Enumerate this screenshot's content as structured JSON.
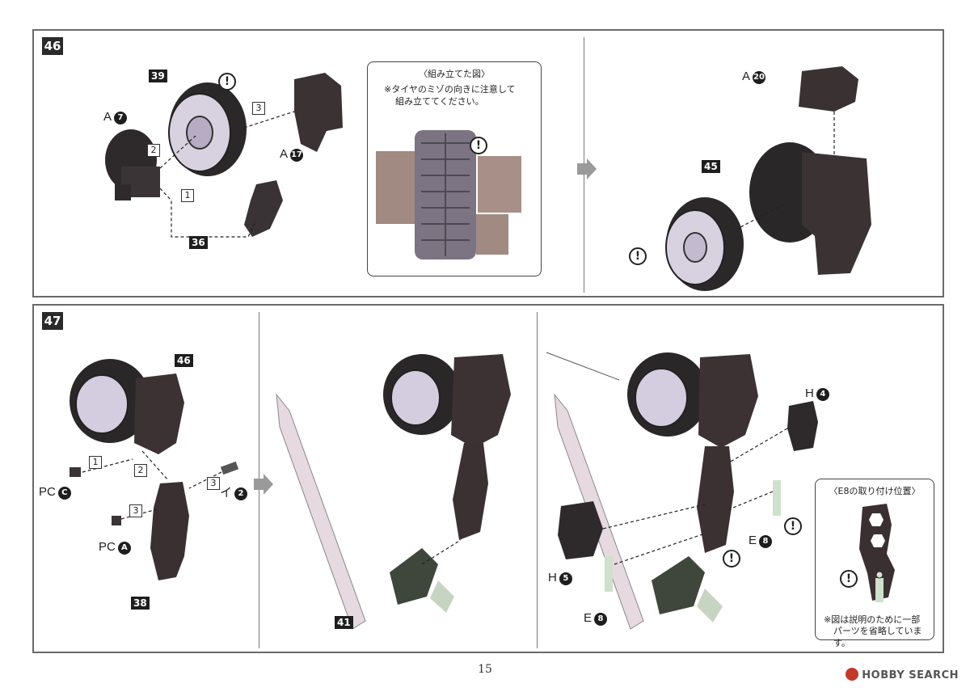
{
  "step46": {
    "number": "46",
    "parts": {
      "wheel": "39",
      "bracket": "36",
      "assembled": "45"
    },
    "refs": {
      "a7": {
        "letter": "A",
        "num": "7"
      },
      "a17": {
        "letter": "A",
        "num": "17"
      },
      "a20": {
        "letter": "A",
        "num": "20"
      }
    },
    "order": [
      "1",
      "2",
      "3"
    ],
    "note": {
      "title": "〈組み立てた図〉",
      "text_line1": "※タイヤのミゾの向きに注意して",
      "text_line2": "組み立ててください。"
    }
  },
  "step47": {
    "number": "47",
    "parts": {
      "assembly46": "46",
      "leg": "38",
      "blade_base": "41"
    },
    "refs": {
      "pcc": {
        "letter": "PC",
        "num": "C"
      },
      "pca": {
        "letter": "PC",
        "num": "A"
      },
      "i2": {
        "letter": "イ",
        "num": "2"
      },
      "h4": {
        "letter": "H",
        "num": "4"
      },
      "h5": {
        "letter": "H",
        "num": "5"
      },
      "e8a": {
        "letter": "E",
        "num": "8"
      },
      "e8b": {
        "letter": "E",
        "num": "8"
      }
    },
    "order": [
      "1",
      "2",
      "3",
      "3"
    ],
    "note": {
      "title": "〈E8の取り付け位置〉",
      "text_line1": "※図は説明のために一部",
      "text_line2": "パーツを省略しています。"
    }
  },
  "warning_mark": "!",
  "page_number": "15",
  "watermark": "HOBBY SEARCH"
}
